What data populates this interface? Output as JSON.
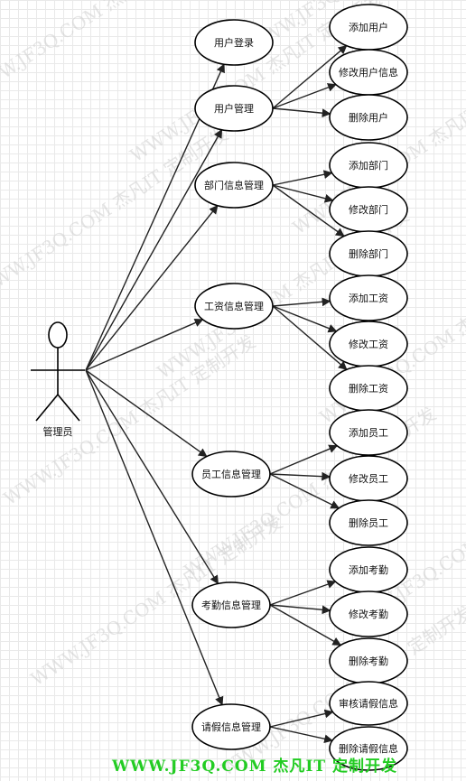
{
  "actor": {
    "label": "管理员"
  },
  "primary_nodes": [
    {
      "id": "login",
      "label": "用户登录"
    },
    {
      "id": "user",
      "label": "用户管理"
    },
    {
      "id": "dept",
      "label": "部门信息管理"
    },
    {
      "id": "salary",
      "label": "工资信息管理"
    },
    {
      "id": "emp",
      "label": "员工信息管理"
    },
    {
      "id": "attend",
      "label": "考勤信息管理"
    },
    {
      "id": "leave",
      "label": "请假信息管理"
    }
  ],
  "secondary_nodes": [
    {
      "id": "user_add",
      "parent": "user",
      "label": "添加用户"
    },
    {
      "id": "user_edit",
      "parent": "user",
      "label": "修改用户信息"
    },
    {
      "id": "user_del",
      "parent": "user",
      "label": "删除用户"
    },
    {
      "id": "dept_add",
      "parent": "dept",
      "label": "添加部门"
    },
    {
      "id": "dept_edit",
      "parent": "dept",
      "label": "修改部门"
    },
    {
      "id": "dept_del",
      "parent": "dept",
      "label": "删除部门"
    },
    {
      "id": "sal_add",
      "parent": "salary",
      "label": "添加工资"
    },
    {
      "id": "sal_edit",
      "parent": "salary",
      "label": "修改工资"
    },
    {
      "id": "sal_del",
      "parent": "salary",
      "label": "删除工资"
    },
    {
      "id": "emp_add",
      "parent": "emp",
      "label": "添加员工"
    },
    {
      "id": "emp_edit",
      "parent": "emp",
      "label": "修改员工"
    },
    {
      "id": "emp_del",
      "parent": "emp",
      "label": "删除员工"
    },
    {
      "id": "att_add",
      "parent": "attend",
      "label": "添加考勤"
    },
    {
      "id": "att_edit",
      "parent": "attend",
      "label": "修改考勤"
    },
    {
      "id": "att_del",
      "parent": "attend",
      "label": "删除考勤"
    },
    {
      "id": "lv_review",
      "parent": "leave",
      "label": "审核请假信息"
    },
    {
      "id": "lv_del",
      "parent": "leave",
      "label": "删除请假信息"
    }
  ],
  "watermark": {
    "text": "WWW.JF3Q.COM 杰凡IT 定制开发"
  },
  "footer": {
    "text": "WWW.JF3Q.COM 杰凡IT 定制开发"
  }
}
